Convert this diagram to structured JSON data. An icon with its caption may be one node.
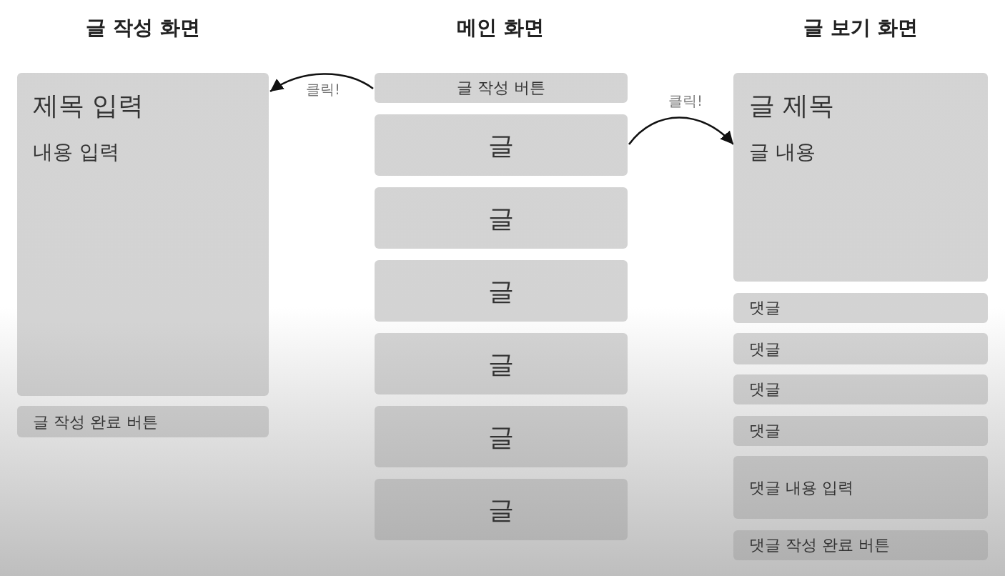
{
  "diagram": {
    "nodes": [
      {
        "text": [
          "제목 입력",
          "내용 입력"
        ]
      },
      {
        "text": [
          "글 작성 완료 버튼"
        ]
      },
      {
        "text": [
          "글 작성 버튼"
        ]
      },
      {
        "text": [
          "글"
        ]
      },
      {
        "text": [
          "글"
        ]
      },
      {
        "text": [
          "글"
        ]
      },
      {
        "text": [
          "글"
        ]
      },
      {
        "text": [
          "글"
        ]
      },
      {
        "text": [
          "글"
        ]
      },
      {
        "text": [
          "글 제목",
          "글 내용"
        ]
      },
      {
        "text": [
          "댓글"
        ]
      },
      {
        "text": [
          "댓글"
        ]
      },
      {
        "text": [
          "댓글"
        ]
      },
      {
        "text": [
          "댓글"
        ]
      },
      {
        "text": [
          "댓글 내용 입력"
        ]
      },
      {
        "text": [
          "댓글 작성 완료 버튼"
        ]
      }
    ],
    "edges": [
      {
        "from": 2,
        "to": 0,
        "arrow": "to",
        "label": "클릭!"
      },
      {
        "from": 3,
        "to": 9,
        "arrow": "to",
        "label": "클릭!"
      }
    ],
    "labels": [
      "글 작성 화면",
      "메인 화면",
      "글 보기 화면"
    ]
  }
}
